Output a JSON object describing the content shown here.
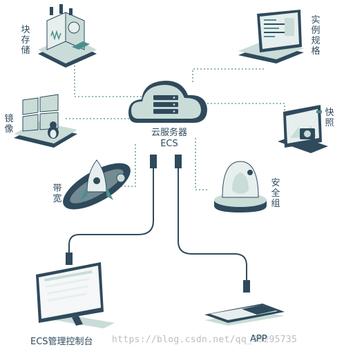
{
  "center": {
    "line1": "云服务器",
    "line2": "ECS"
  },
  "features": {
    "block_storage": "块存储",
    "instance_spec": "实例规格",
    "image": "镜像",
    "snapshot": "快照",
    "bandwidth": "带宽",
    "security_group": "安全组"
  },
  "clients": {
    "console": "ECS管理控制台",
    "app": "APP"
  },
  "watermark": "https://blog.csdn.net/qq_39295735",
  "colors": {
    "dark": "#2f4a5c",
    "teal": "#4a8f8c",
    "light": "#c9dcd8",
    "pale": "#e6efed"
  }
}
